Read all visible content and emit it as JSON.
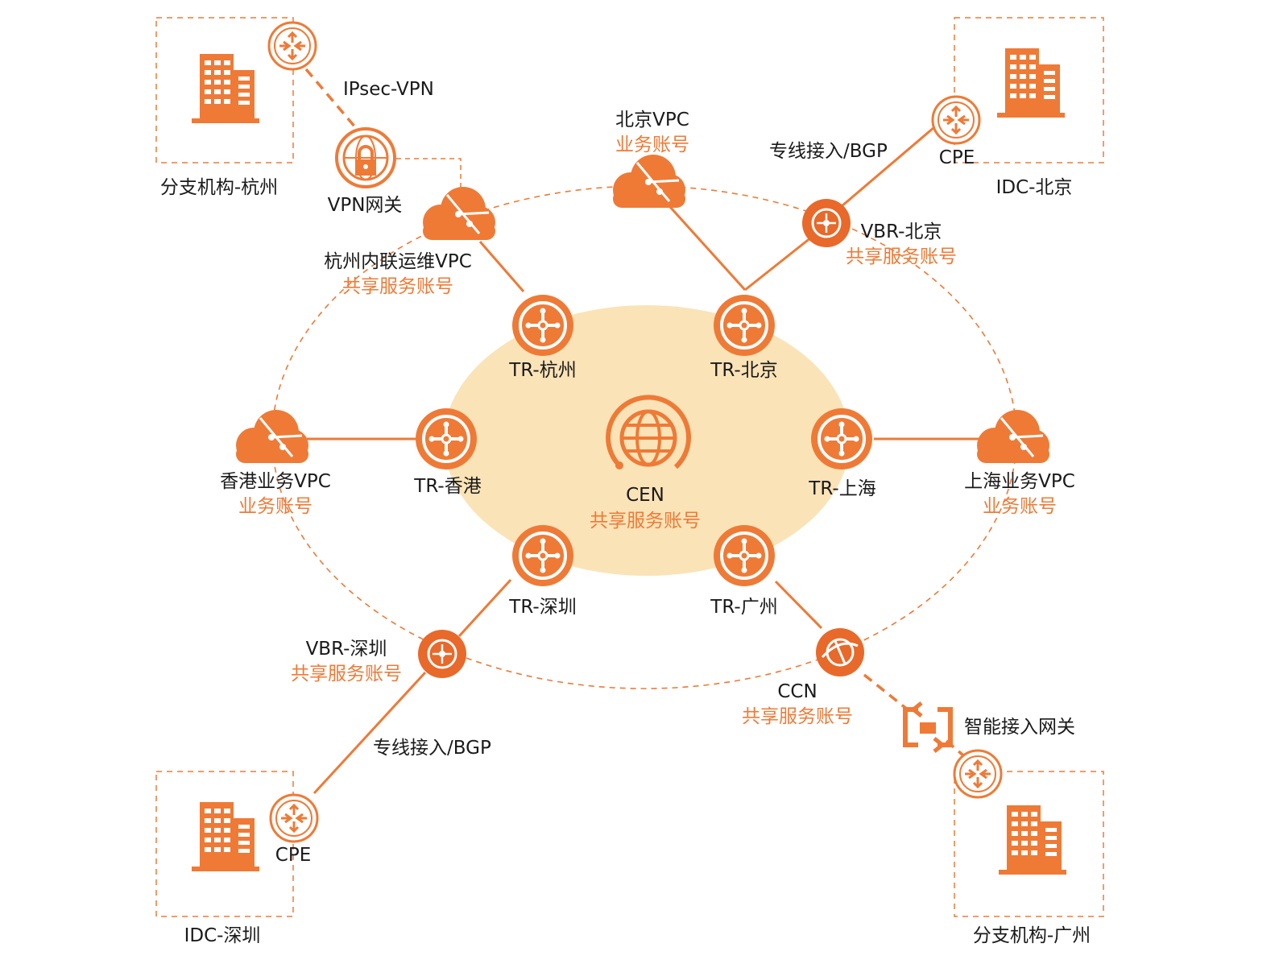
{
  "colors": {
    "accent": "#ef7a36",
    "accent_dark": "#e8692a",
    "core_fill": "#fbe3b8",
    "text": "#1a1a1a"
  },
  "center": {
    "name": "CEN",
    "account": "共享服务账号",
    "icon": "globe-icon"
  },
  "transit_routers": {
    "hangzhou": "TR-杭州",
    "beijing": "TR-北京",
    "hongkong": "TR-香港",
    "shanghai": "TR-上海",
    "shenzhen": "TR-深圳",
    "guangzhou": "TR-广州"
  },
  "vpcs": {
    "hangzhou": {
      "name": "杭州内联运维VPC",
      "account": "共享服务账号"
    },
    "beijing": {
      "name": "北京VPC",
      "account": "业务账号"
    },
    "hongkong": {
      "name": "香港业务VPC",
      "account": "业务账号"
    },
    "shanghai": {
      "name": "上海业务VPC",
      "account": "业务账号"
    }
  },
  "vbrs": {
    "beijing": {
      "name": "VBR-北京",
      "account": "共享服务账号"
    },
    "shenzhen": {
      "name": "VBR-深圳",
      "account": "共享服务账号"
    }
  },
  "ccn": {
    "name": "CCN",
    "account": "共享服务账号"
  },
  "gateways": {
    "vpn": "VPN网关",
    "smart": "智能接入网关"
  },
  "links": {
    "ipsec": "IPsec-VPN",
    "dedicated_bj": "专线接入/BGP",
    "dedicated_sz": "专线接入/BGP"
  },
  "sites": {
    "branch_hangzhou": "分支机构-杭州",
    "idc_beijing": "IDC-北京",
    "idc_shenzhen": "IDC-深圳",
    "branch_guangzhou": "分支机构-广州"
  },
  "cpe": {
    "beijing": "CPE",
    "shenzhen": "CPE"
  }
}
